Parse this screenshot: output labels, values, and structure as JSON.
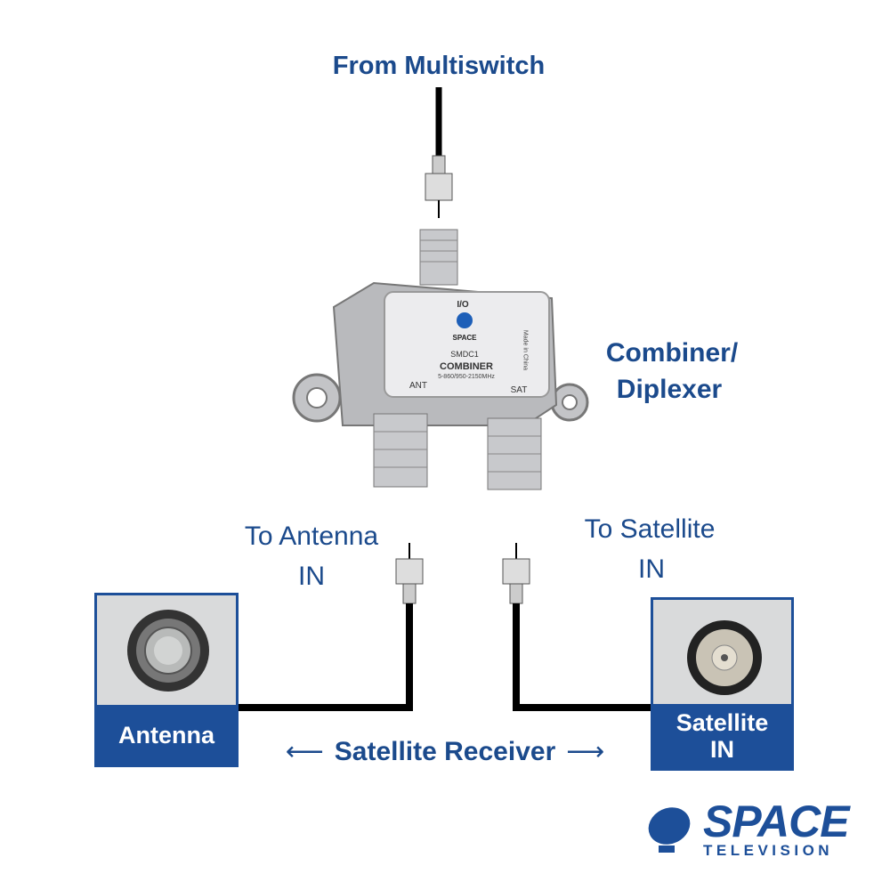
{
  "title": "From Multiswitch",
  "device": {
    "label": "Combiner/",
    "label2": "Diplexer",
    "port_top": "I/O",
    "brand": "SPACE",
    "model": "SMDC1",
    "name": "COMBINER",
    "freq": "5-860/950-2150MHz",
    "port_left": "ANT",
    "port_right": "SAT",
    "origin": "Made in China"
  },
  "antenna_cable": {
    "line1": "To Antenna",
    "line2": "IN"
  },
  "satellite_cable": {
    "line1": "To Satellite",
    "line2": "IN"
  },
  "antenna_panel": {
    "label": "Antenna"
  },
  "satellite_panel": {
    "label1": "Satellite",
    "label2": "IN"
  },
  "receiver": {
    "label": "Satellite Receiver",
    "left_arrow": "⟵",
    "right_arrow": "⟶"
  },
  "logo": {
    "word1": "SPACE",
    "word2": "TELEVISION"
  },
  "colors": {
    "brand_blue": "#1d4f99",
    "text_blue": "#1b4a8c",
    "cable": "#000000"
  }
}
